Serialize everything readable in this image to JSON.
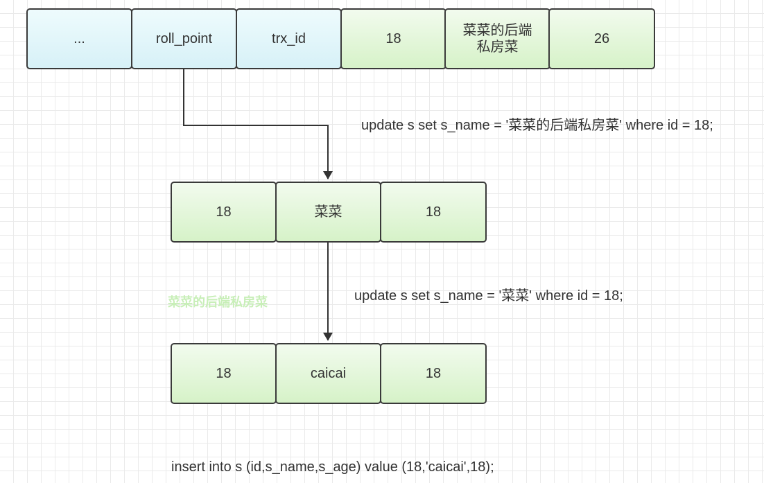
{
  "top_record": {
    "cells": [
      "...",
      "roll_point",
      "trx_id",
      "18",
      "菜菜的后端\n私房菜",
      "26"
    ]
  },
  "middle_record": {
    "cells": [
      "18",
      "菜菜",
      "18"
    ]
  },
  "bottom_record": {
    "cells": [
      "18",
      "caicai",
      "18"
    ]
  },
  "annotations": {
    "update_top": "update s set s_name = '菜菜的后端私房菜' where id = 18;",
    "update_middle": "update s set s_name = '菜菜' where id = 18;",
    "insert_bottom": "insert into s (id,s_name,s_age) value (18,'caicai',18);",
    "watermark": "菜菜的后端私房菜"
  },
  "colors": {
    "header_cell": "#e3f6fa",
    "value_cell": "#dff5d3",
    "border": "#3a3a3a",
    "arrow": "#333333",
    "watermark": "#c8efb8"
  }
}
